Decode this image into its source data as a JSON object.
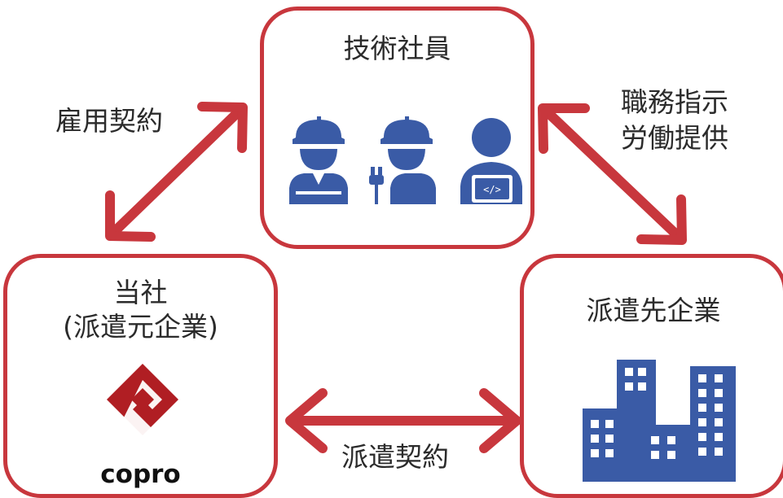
{
  "nodes": {
    "tech_staff": {
      "title": "技術社員"
    },
    "company": {
      "title_line1": "当社",
      "title_line2": "(派遣元企業)",
      "logo_text": "copro"
    },
    "client": {
      "title": "派遣先企業"
    }
  },
  "edges": {
    "employment": {
      "label": "雇用契約"
    },
    "direction": {
      "label_line1": "職務指示",
      "label_line2": "労働提供"
    },
    "dispatch": {
      "label": "派遣契約"
    }
  },
  "icons": [
    "worker-vest-icon",
    "worker-plug-icon",
    "developer-laptop-icon",
    "office-buildings-icon",
    "copro-logo-icon",
    "double-arrow-icon"
  ],
  "colors": {
    "accent": "#c8373d",
    "icon": "#3a5ba6",
    "logo": "#b01e23",
    "text": "#2b2b2b"
  }
}
